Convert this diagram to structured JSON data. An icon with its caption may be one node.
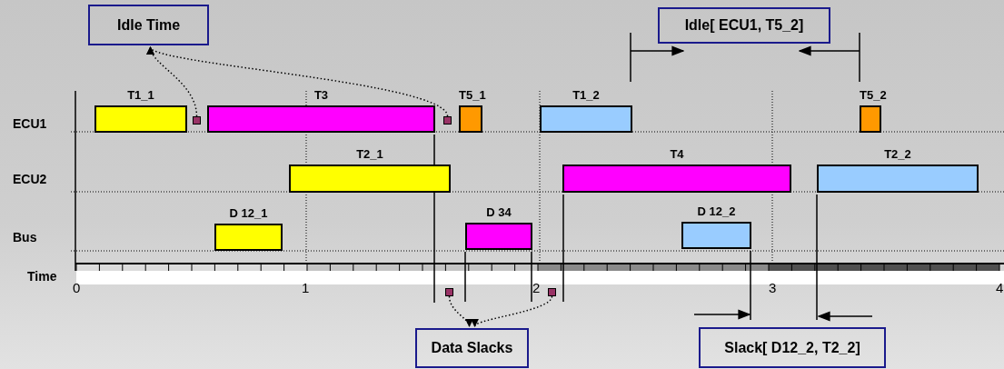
{
  "diagram": {
    "nodes": [
      {
        "text": [
          "Idle Time"
        ]
      },
      {
        "text": [
          "Idle[ ECU1, T5_2]"
        ]
      },
      {
        "text": [
          "T1_1"
        ]
      },
      {
        "text": [],
        "shape": "box"
      },
      {
        "text": [
          "T3"
        ]
      },
      {
        "text": [],
        "shape": "box"
      },
      {
        "text": [
          "T5_1"
        ]
      },
      {
        "text": [
          "T1_2"
        ]
      },
      {
        "text": [
          "T5_2"
        ]
      },
      {
        "text": [
          "T2_1"
        ]
      },
      {
        "text": [
          "T4"
        ]
      },
      {
        "text": [
          "T2_2"
        ]
      },
      {
        "text": [
          "D 12_1"
        ]
      },
      {
        "text": [
          "D 34"
        ]
      },
      {
        "text": [
          "D 12_2"
        ]
      },
      {
        "text": [],
        "shape": "box"
      },
      {
        "text": [],
        "shape": "box"
      },
      {
        "text": [
          "Data Slacks"
        ]
      },
      {
        "text": [
          "Slack[ D12_2, T2_2]"
        ]
      }
    ],
    "edges": [
      {
        "from": 3,
        "to": 0,
        "arrow": "to"
      },
      {
        "from": 5,
        "to": 0,
        "arrow": "to"
      },
      {
        "from": 15,
        "to": 17,
        "arrow": "to"
      },
      {
        "from": 16,
        "to": 17,
        "arrow": "to"
      }
    ],
    "labels": [
      "ECU1",
      "ECU2",
      "Bus",
      "Time",
      "0",
      "1",
      "2",
      "3",
      "4"
    ]
  }
}
